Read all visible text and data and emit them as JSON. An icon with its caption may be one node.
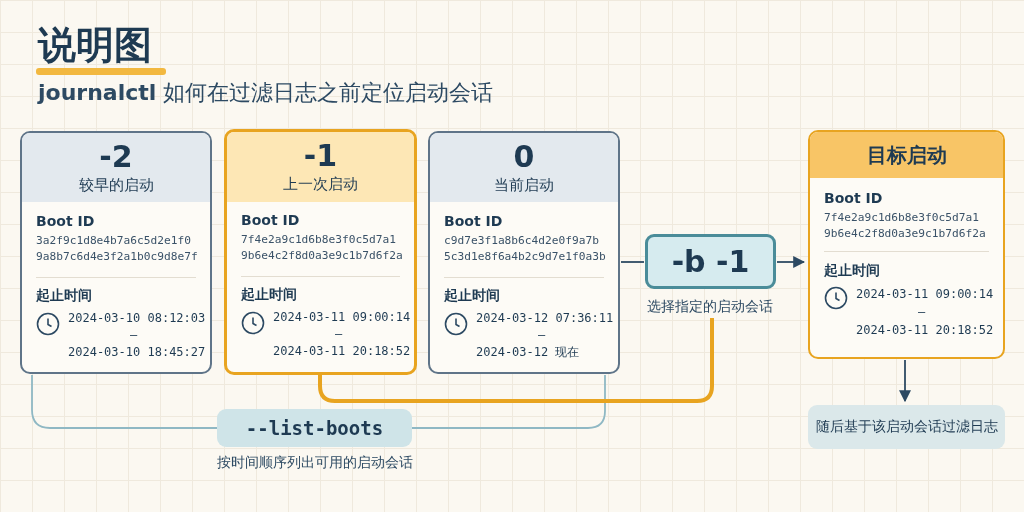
{
  "diagram": {
    "title": "说明图",
    "nodes": [
      {
        "text": [
          "-2",
          "较早的启动",
          "Boot ID",
          "3a2f9c1d8e4b7a6c5d2e1f0 9a8b7c6d4e3f2a1b0c9d8e7f",
          "起止时间",
          "2024-03-10 08:12:03",
          "—",
          "2024-03-10 18:45:27"
        ]
      },
      {
        "text": [
          "-1",
          "上一次启动",
          "Boot ID",
          "7f4e2a9c1d6b8e3f0c5d7a1 9b6e4c2f8d0a3e9c1b7d6f2a",
          "起止时间",
          "2024-03-11 09:00:14",
          "—",
          "2024-03-11 20:18:52"
        ]
      },
      {
        "text": [
          "0",
          "当前启动",
          "Boot ID",
          "c9d7e3f1a8b6c4d2e0f9a7b 5c3d1e8f6a4b2c9d7e1f0a3b",
          "起止时间",
          "2024-03-12 07:36:11",
          "—",
          "2024-03-12 现在"
        ]
      },
      {
        "text": [
          "-b -1"
        ],
        "beside": [
          "选择指定的启动会话"
        ]
      },
      {
        "text": [
          "目标启动",
          "Boot ID",
          "7f4e2a9c1d6b8e3f0c5d7a1 9b6e4c2f8d0a3e9c1b7d6f2a",
          "起止时间",
          "2024-03-11 09:00:14",
          "—",
          "2024-03-11 20:18:52"
        ]
      },
      {
        "text": [
          "随后基于该启动会话过滤日志"
        ]
      },
      {
        "text": [
          "--list-boots"
        ],
        "beside": [
          "按时间顺序列出可用的启动会话"
        ]
      }
    ],
    "edges": [
      {
        "from": 6,
        "to": 0,
        "arrow": "none",
        "color": "#8fb8c4"
      },
      {
        "from": 6,
        "to": 2,
        "arrow": "none",
        "color": "#8fb8c4"
      },
      {
        "from": 1,
        "to": 3,
        "arrow": "none",
        "style": "thick",
        "color": "#e8a420"
      },
      {
        "from": 2,
        "to": 3,
        "arrow": "none"
      },
      {
        "from": 3,
        "to": 4,
        "arrow": "to"
      },
      {
        "from": 4,
        "to": 5,
        "arrow": "to"
      }
    ],
    "labels": [
      "**journalctl** 如何在过滤日志之前定位启动会话"
    ]
  }
}
